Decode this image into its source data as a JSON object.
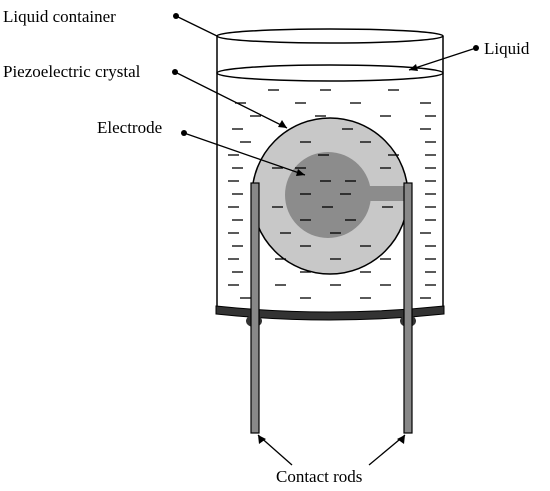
{
  "labels": {
    "liquid_container": "Liquid container",
    "liquid": "Liquid",
    "piezoelectric_crystal": "Piezoelectric crystal",
    "electrode": "Electrode",
    "contact_rods": "Contact rods"
  },
  "colors": {
    "crystal": "#c8c8c8",
    "electrode": "#8c8c8c",
    "base": "#333333",
    "rod": "#888888",
    "outline": "#000000"
  }
}
